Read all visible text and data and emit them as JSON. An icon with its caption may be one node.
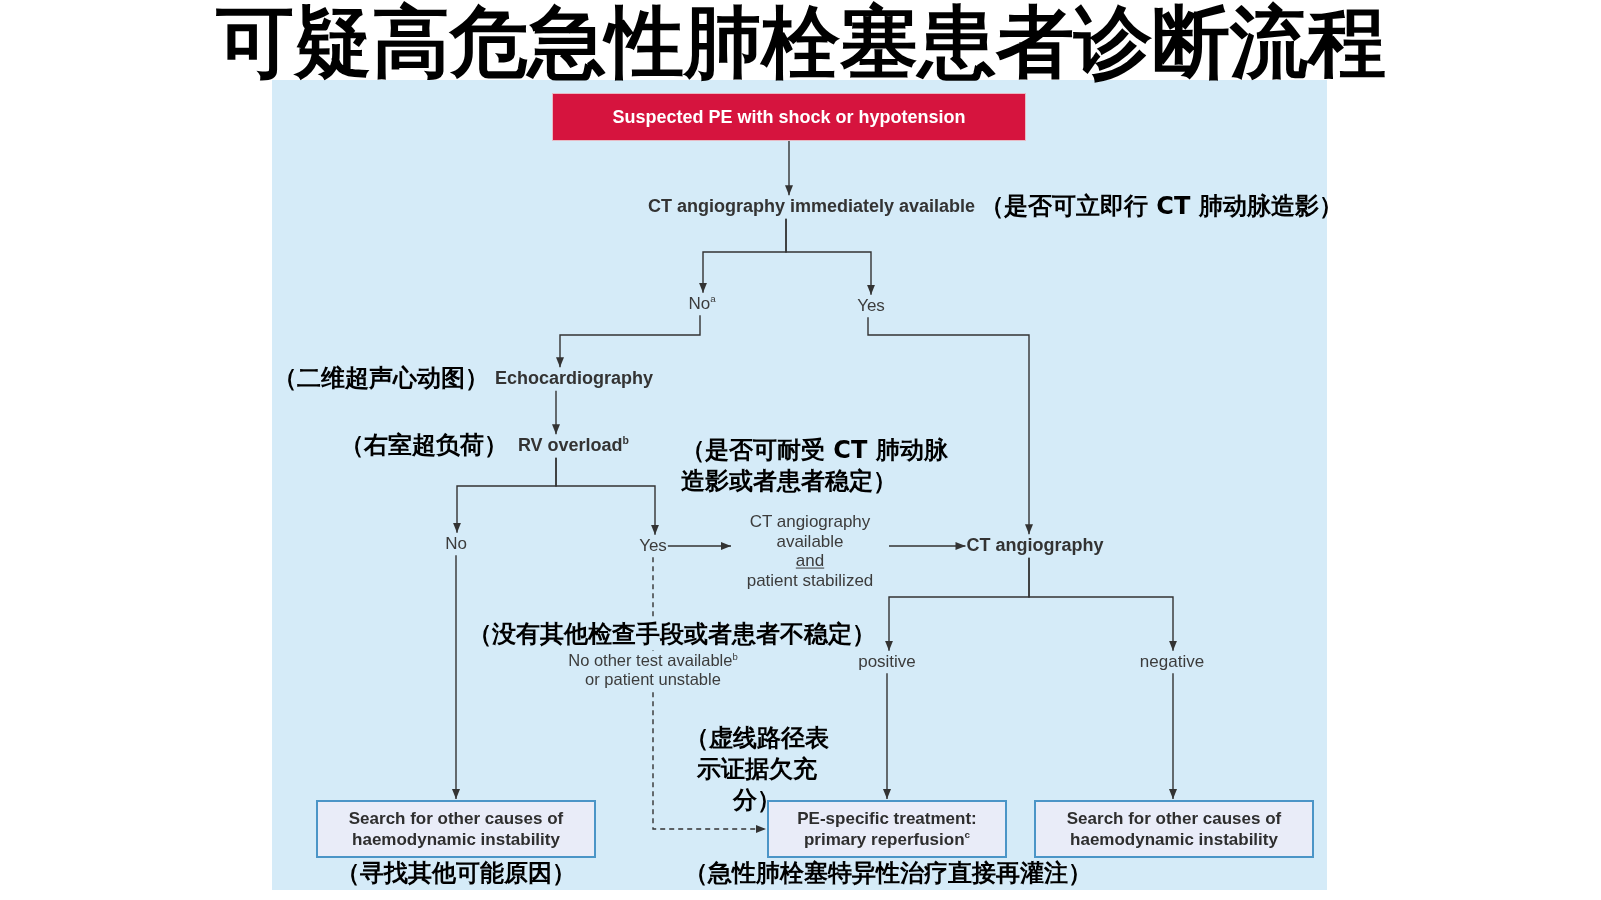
{
  "diagram": {
    "title": "可疑高危急性肺栓塞患者诊断流程",
    "nodes": [
      {
        "text": [
          "Suspected PE with shock or hypotension"
        ]
      },
      {
        "text": [
          "CT angiography immediately available"
        ],
        "beside": [
          "（是否可立即行 CT 肺动脉造影）"
        ]
      },
      {
        "text": [
          "No$^{a}$"
        ]
      },
      {
        "text": [
          "Yes"
        ]
      },
      {
        "text": [
          "Echocardiography"
        ],
        "beside": [
          "（二维超声心动图）"
        ]
      },
      {
        "text": [
          "RV overload$^{b}$"
        ],
        "beside": [
          "（右室超负荷）"
        ]
      },
      {
        "text": [
          "No"
        ]
      },
      {
        "text": [
          "Yes"
        ]
      },
      {
        "text": [
          "CT angiography available",
          "and",
          "patient stabilized"
        ],
        "beside": [
          "（是否可耐受 CT 肺动脉造影或者患者稳定）"
        ]
      },
      {
        "text": [
          "CT angiography"
        ]
      },
      {
        "text": [
          "positive"
        ]
      },
      {
        "text": [
          "negative"
        ]
      },
      {
        "text": [
          "Search for other causes of haemodynamic instability"
        ],
        "beside": [
          "（寻找其他可能原因）"
        ]
      },
      {
        "text": [
          "PE-specific treatment: primary reperfusion$^{c}$"
        ],
        "beside": [
          "（急性肺栓塞特异性治疗直接再灌注）"
        ]
      },
      {
        "text": [
          "Search for other causes of haemodynamic instability"
        ]
      }
    ],
    "edges": [
      {
        "from": 0,
        "to": 1,
        "arrow": "to"
      },
      {
        "from": 1,
        "to": 2,
        "arrow": "to"
      },
      {
        "from": 1,
        "to": 3,
        "arrow": "to"
      },
      {
        "from": 2,
        "to": 4,
        "arrow": "to"
      },
      {
        "from": 3,
        "to": 9,
        "arrow": "to"
      },
      {
        "from": 4,
        "to": 5,
        "arrow": "to"
      },
      {
        "from": 5,
        "to": 6,
        "arrow": "to"
      },
      {
        "from": 5,
        "to": 7,
        "arrow": "to"
      },
      {
        "from": 7,
        "to": 8,
        "arrow": "to"
      },
      {
        "from": 8,
        "to": 9,
        "arrow": "to"
      },
      {
        "from": 9,
        "to": 10,
        "arrow": "to"
      },
      {
        "from": 9,
        "to": 11,
        "arrow": "to"
      },
      {
        "from": 6,
        "to": 12,
        "arrow": "to"
      },
      {
        "from": 10,
        "to": 13,
        "arrow": "to"
      },
      {
        "from": 11,
        "to": 14,
        "arrow": "to"
      },
      {
        "from": 7,
        "to": 13,
        "arrow": "to",
        "style": "dashed",
        "label": "No other test available$^{b}$ or patient unstable"
      }
    ],
    "labels": [
      "（没有其他检查手段或者患者不稳定）",
      "（虚线路径表示证据欠充分）"
    ]
  }
}
